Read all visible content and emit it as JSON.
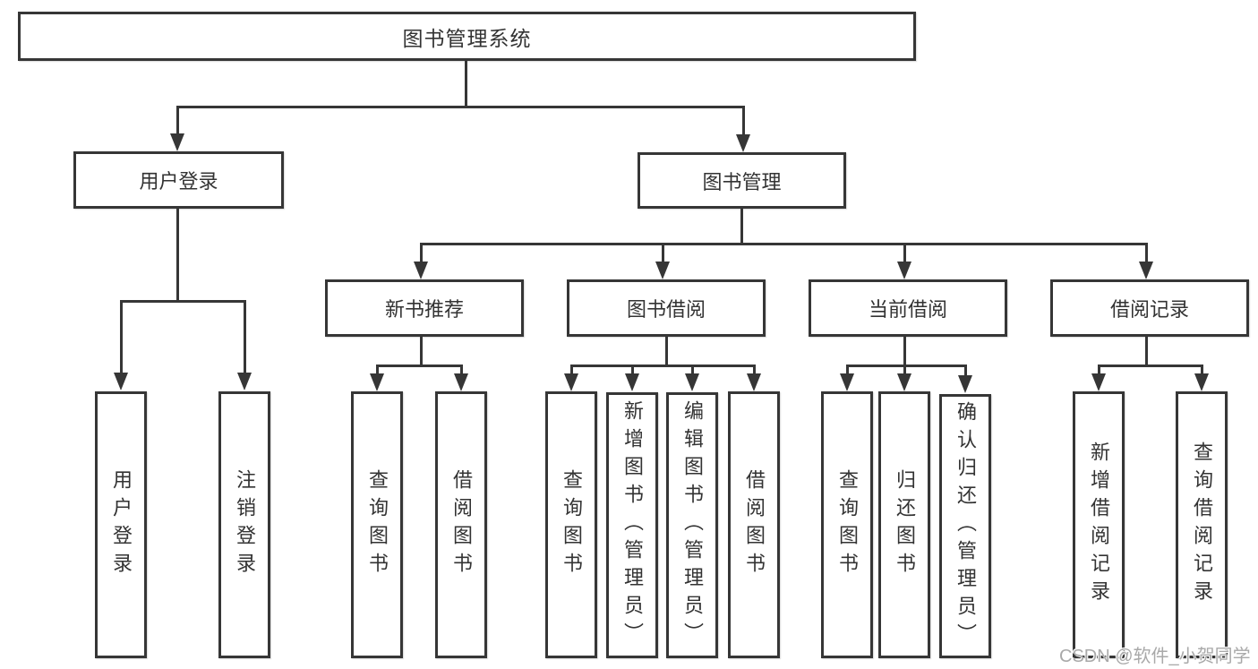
{
  "diagram": {
    "type": "org-chart",
    "root": {
      "label": "图书管理系统"
    },
    "level2": [
      {
        "label": "用户登录"
      },
      {
        "label": "图书管理"
      }
    ],
    "level3": [
      {
        "label": "新书推荐"
      },
      {
        "label": "图书借阅"
      },
      {
        "label": "当前借阅"
      },
      {
        "label": "借阅记录"
      }
    ],
    "leaves": {
      "user": [
        "用户登录",
        "注销登录"
      ],
      "newBook": [
        "查询图书",
        "借阅图书"
      ],
      "bookBorrow": [
        "查询图书",
        "新增图书（管理员）",
        "编辑图书（管理员）",
        "借阅图书"
      ],
      "currentBorrow": [
        "查询图书",
        "归还图书",
        "确认归还（管理员）"
      ],
      "borrowRecord": [
        "新增借阅记录",
        "查询借阅记录"
      ]
    },
    "watermark": "CSDN @软件_小贺同学",
    "colors": {
      "line": "#363636",
      "text": "#333333",
      "background": "#ffffff",
      "watermark": "#a9a9a9"
    }
  }
}
